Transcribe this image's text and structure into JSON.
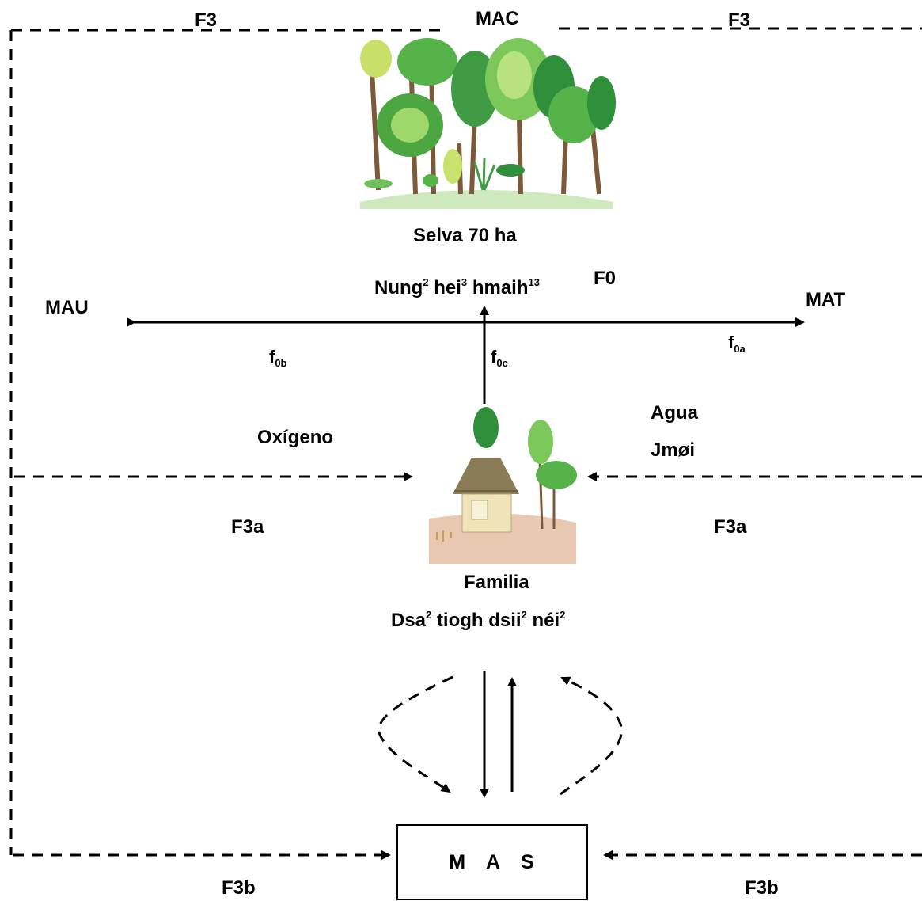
{
  "labels": {
    "top_left_flow": "F3",
    "top_center": "MAC",
    "top_right_flow": "F3",
    "forest": "Selva 70 ha",
    "f0": "F0",
    "mau": "MAU",
    "mat": "MAT",
    "local_word_1": "Nung",
    "local_sup_1": "2",
    "local_word_2": "hei",
    "local_sup_2": "3",
    "local_word_3": "hmaih",
    "local_sup_3": "13",
    "f0b_main": "f",
    "f0b_sub": "0b",
    "f0a_main": "f",
    "f0a_sub": "0a",
    "f0c_main": "f",
    "f0c_sub": "0c",
    "oxygen": "Oxígeno",
    "water": "Agua",
    "water_local": "Jmøi",
    "f3a_left": "F3a",
    "f3a_right": "F3a",
    "family": "Familia",
    "family_local_1": "Dsa",
    "family_local_sup_1": "2",
    "family_local_2": "tiogh dsii",
    "family_local_sup_2": "2",
    "family_local_3": "néi",
    "family_local_sup_3": "2",
    "f3b_left": "F3b",
    "f3b_right": "F3b"
  },
  "mas_box": {
    "letters": [
      "M",
      "A",
      "S"
    ]
  },
  "colors": {
    "line": "#000000",
    "leaf_dark": "#2f8f3a",
    "leaf_mid": "#55b34a",
    "leaf_light": "#9ed86a",
    "trunk": "#7a5a3a",
    "roof": "#8a7c56",
    "wall": "#efe4b8",
    "ground": "#e8c8b0"
  },
  "icons": [
    "forest-illustration",
    "house-illustration"
  ]
}
